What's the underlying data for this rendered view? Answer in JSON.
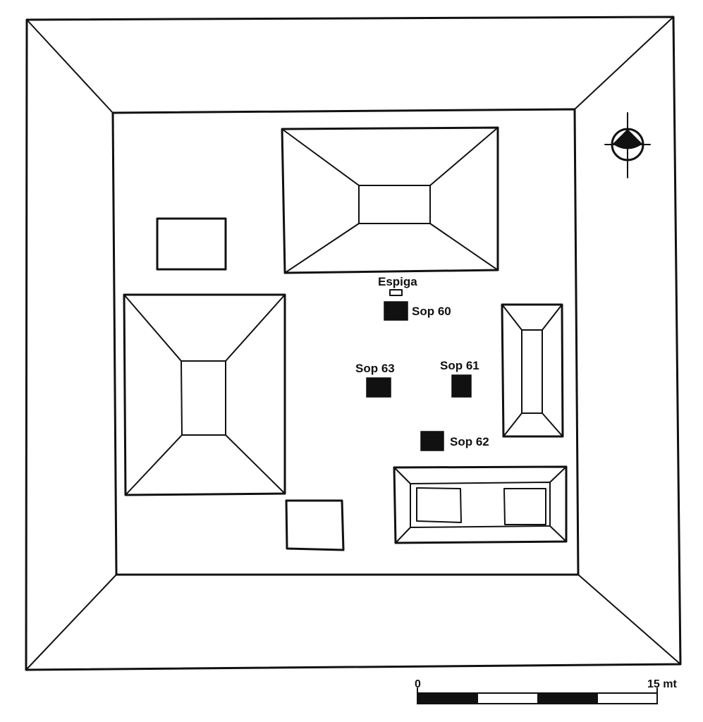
{
  "labels": {
    "espiga": "Espiga",
    "sop60": "Sop 60",
    "sop61": "Sop 61",
    "sop62": "Sop 62",
    "sop63": "Sop 63"
  },
  "scale_bar": {
    "start_label": "0",
    "end_label": "15 mt"
  },
  "icons": {
    "north_arrow": "north-arrow-icon"
  },
  "colors": {
    "ink": "#111111",
    "paper": "#ffffff"
  }
}
